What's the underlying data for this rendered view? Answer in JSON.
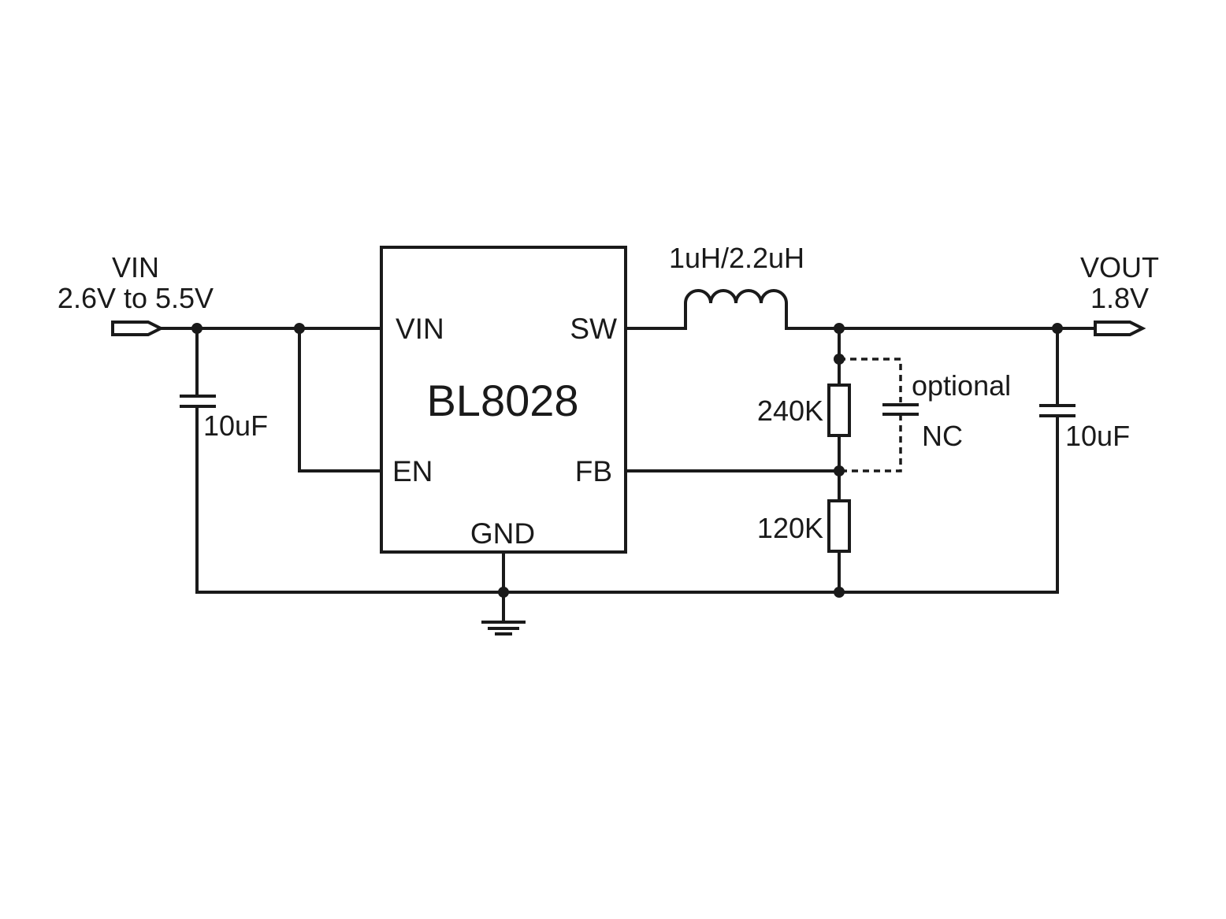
{
  "input": {
    "name": "VIN",
    "range": "2.6V to 5.5V"
  },
  "output": {
    "name": "VOUT",
    "voltage": "1.8V"
  },
  "ic": {
    "name": "BL8028",
    "pins": {
      "vin": "VIN",
      "en": "EN",
      "sw": "SW",
      "fb": "FB",
      "gnd": "GND"
    }
  },
  "components": {
    "inductor": "1uH/2.2uH",
    "input_cap": "10uF",
    "output_cap": "10uF",
    "r_top": "240K",
    "r_bottom": "120K",
    "ff_cap_note": "optional",
    "ff_cap_value": "NC"
  },
  "colors": {
    "line": "#1a1a1a",
    "background": "#ffffff"
  }
}
